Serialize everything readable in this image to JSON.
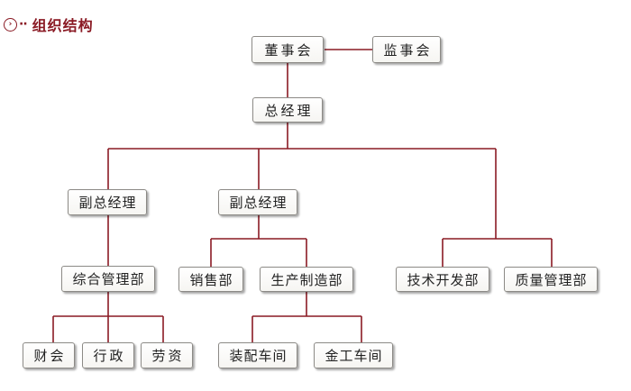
{
  "header": {
    "title": "组织结构",
    "icon": "circle-arrow-icon",
    "dots": "··"
  },
  "colors": {
    "line": "#8a1a24",
    "text": "#222222",
    "border": "#8c8a86"
  },
  "nodes": {
    "board": "董事会",
    "supervisory_board": "监事会",
    "general_manager": "总经理",
    "deputy_gm_1": "副总经理",
    "deputy_gm_2": "副总经理",
    "general_management": "综合管理部",
    "sales": "销售部",
    "production": "生产制造部",
    "tech_dev": "技术开发部",
    "quality": "质量管理部",
    "finance": "财会",
    "admin": "行政",
    "labor": "劳资",
    "assembly_workshop": "装配车间",
    "metalwork_workshop": "金工车间"
  }
}
